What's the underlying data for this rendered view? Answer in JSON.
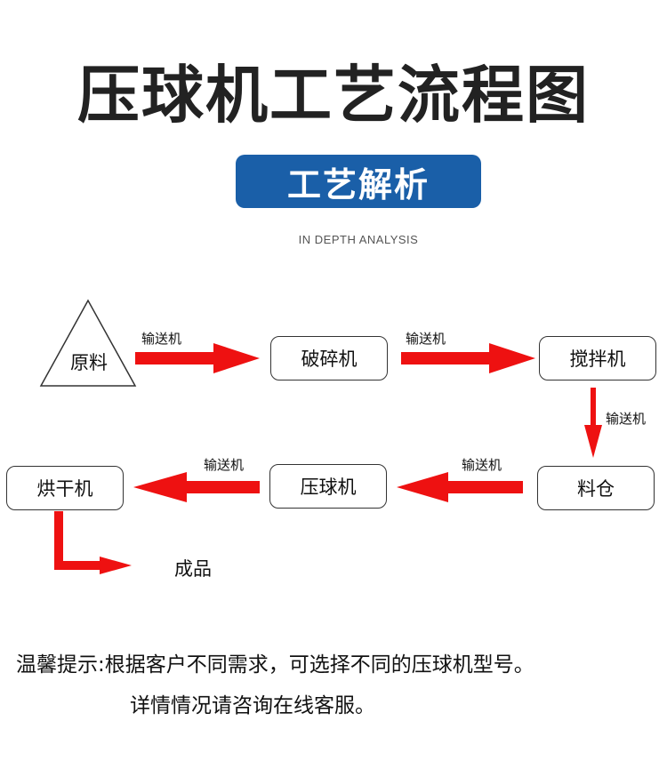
{
  "title": "压球机工艺流程图",
  "badge": "工艺解析",
  "subtitle": "IN DEPTH ANALYSIS",
  "nodes": {
    "raw": "原料",
    "crusher": "破碎机",
    "mixer": "搅拌机",
    "bin": "料仓",
    "press": "压球机",
    "dryer": "烘干机",
    "product": "成品"
  },
  "conveyor_label": "输送机",
  "colors": {
    "arrow": "#ee1111",
    "badge": "#1a5fa8"
  },
  "notice": {
    "line1": "温馨提示:根据客户不同需求，可选择不同的压球机型号。",
    "line2": "详情情况请咨询在线客服。"
  }
}
